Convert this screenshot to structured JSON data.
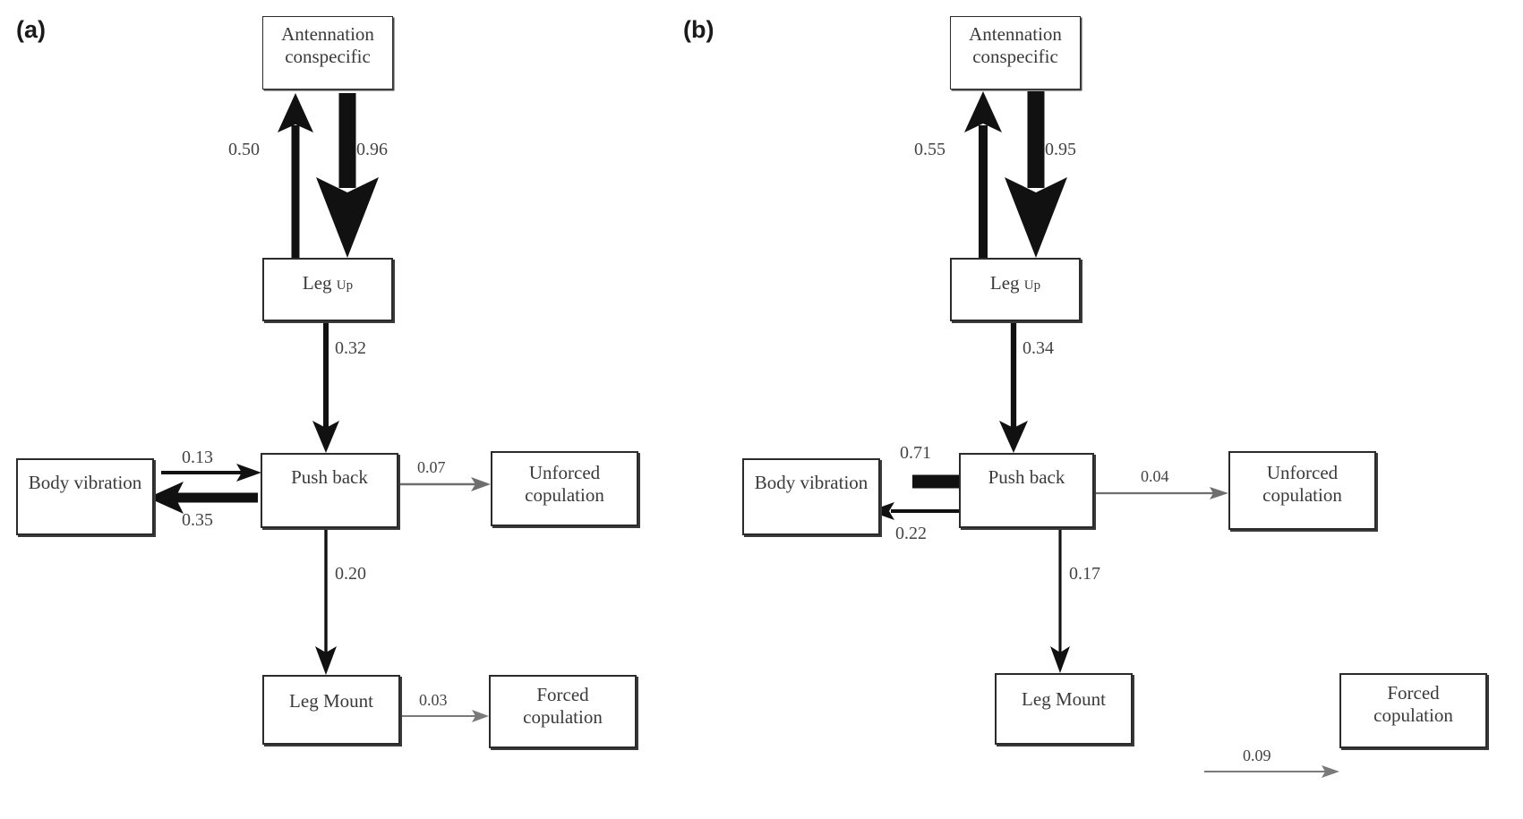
{
  "figure": {
    "title": "Behavioral transition diagrams",
    "background_color": "#ffffff",
    "node_stroke_color": "#2b2b2b",
    "arrow_color": "#121212",
    "thin_arrow_color": "#6e6e6e",
    "label_color": "#434343"
  },
  "panels": [
    {
      "id": "a",
      "label": "(a)",
      "nodes": {
        "antennation": {
          "line1": "Antennation",
          "line2": "conspecific"
        },
        "leg_up": {
          "main": "Leg",
          "sub": "Up"
        },
        "push_back": {
          "label": "Push back"
        },
        "body_vibration": {
          "label": "Body vibration"
        },
        "unforced": {
          "line1": "Unforced",
          "line2": "copulation"
        },
        "leg_mount": {
          "label": "Leg Mount"
        },
        "forced": {
          "line1": "Forced",
          "line2": "copulation"
        }
      },
      "edges": [
        {
          "name": "legup-to-antennation",
          "from": "Leg Up",
          "to": "Antennation conspecific",
          "value": "0.50",
          "weight": 0.5,
          "direction": "up"
        },
        {
          "name": "antennation-to-legup",
          "from": "Antennation conspecific",
          "to": "Leg Up",
          "value": "0.96",
          "weight": 0.96,
          "direction": "down"
        },
        {
          "name": "legup-to-pushback",
          "from": "Leg Up",
          "to": "Push back",
          "value": "0.32",
          "weight": 0.32,
          "direction": "down"
        },
        {
          "name": "bodyvib-to-pushback",
          "from": "Body vibration",
          "to": "Push back",
          "value": "0.13",
          "weight": 0.13,
          "direction": "right"
        },
        {
          "name": "pushback-to-bodyvib",
          "from": "Push back",
          "to": "Body vibration",
          "value": "0.35",
          "weight": 0.35,
          "direction": "left"
        },
        {
          "name": "pushback-to-unforced",
          "from": "Push back",
          "to": "Unforced copulation",
          "value": "0.07",
          "weight": 0.07,
          "direction": "right"
        },
        {
          "name": "pushback-to-legmount",
          "from": "Push back",
          "to": "Leg Mount",
          "value": "0.20",
          "weight": 0.2,
          "direction": "down"
        },
        {
          "name": "legmount-to-forced",
          "from": "Leg Mount",
          "to": "Forced copulation",
          "value": "0.03",
          "weight": 0.03,
          "direction": "right"
        }
      ]
    },
    {
      "id": "b",
      "label": "(b)",
      "nodes": {
        "antennation": {
          "line1": "Antennation",
          "line2": "conspecific"
        },
        "leg_up": {
          "main": "Leg",
          "sub": "Up"
        },
        "push_back": {
          "label": "Push back"
        },
        "body_vibration": {
          "label": "Body vibration"
        },
        "unforced": {
          "line1": "Unforced",
          "line2": "copulation"
        },
        "leg_mount": {
          "label": "Leg Mount"
        },
        "forced": {
          "line1": "Forced",
          "line2": "copulation"
        }
      },
      "edges": [
        {
          "name": "legup-to-antennation",
          "from": "Leg Up",
          "to": "Antennation conspecific",
          "value": "0.55",
          "weight": 0.55,
          "direction": "up"
        },
        {
          "name": "antennation-to-legup",
          "from": "Antennation conspecific",
          "to": "Leg Up",
          "value": "0.95",
          "weight": 0.95,
          "direction": "down"
        },
        {
          "name": "legup-to-pushback",
          "from": "Leg Up",
          "to": "Push back",
          "value": "0.34",
          "weight": 0.34,
          "direction": "down"
        },
        {
          "name": "bodyvib-to-pushback",
          "from": "Body vibration",
          "to": "Push back",
          "value": "0.71",
          "weight": 0.71,
          "direction": "right"
        },
        {
          "name": "pushback-to-bodyvib",
          "from": "Push back",
          "to": "Body vibration",
          "value": "0.22",
          "weight": 0.22,
          "direction": "left"
        },
        {
          "name": "pushback-to-unforced",
          "from": "Push back",
          "to": "Unforced copulation",
          "value": "0.04",
          "weight": 0.04,
          "direction": "right"
        },
        {
          "name": "pushback-to-legmount",
          "from": "Push back",
          "to": "Leg Mount",
          "value": "0.17",
          "weight": 0.17,
          "direction": "down"
        },
        {
          "name": "legmount-to-forced",
          "from": "Leg Mount",
          "to": "Forced copulation",
          "value": "0.09",
          "weight": 0.09,
          "direction": "right"
        }
      ]
    }
  ],
  "labels": {
    "a_050": "0.50",
    "a_096": "0.96",
    "a_032": "0.32",
    "a_013": "0.13",
    "a_035": "0.35",
    "a_007": "0.07",
    "a_020": "0.20",
    "a_003": "0.03",
    "b_055": "0.55",
    "b_095": "0.95",
    "b_034": "0.34",
    "b_071": "0.71",
    "b_022": "0.22",
    "b_004": "0.04",
    "b_017": "0.17",
    "b_009": "0.09"
  }
}
